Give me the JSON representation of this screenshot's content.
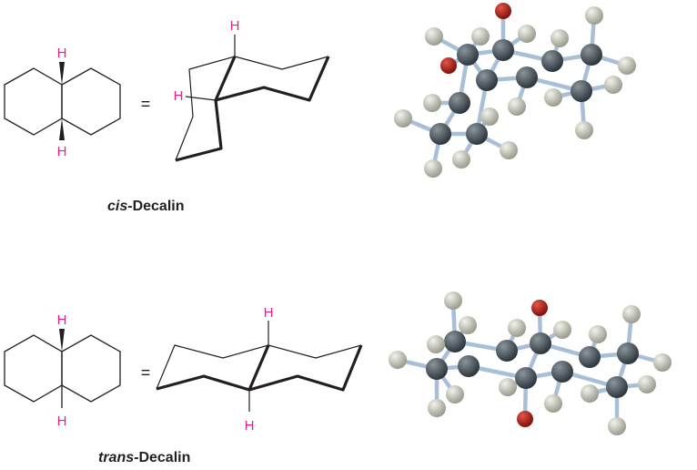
{
  "cis": {
    "caption_prefix": "cis",
    "caption_suffix": "-Decalin",
    "h_label": "H",
    "equals": "="
  },
  "trans": {
    "caption_prefix": "trans",
    "caption_suffix": "-Decalin",
    "h_label": "H",
    "equals": "="
  },
  "colors": {
    "hydrogen_label": "#ec1c8c",
    "carbon": "#3f4a52",
    "hydrogen": "#d7d8cc",
    "oxygen": "#b8211a",
    "bond": "#a9bfd8"
  }
}
